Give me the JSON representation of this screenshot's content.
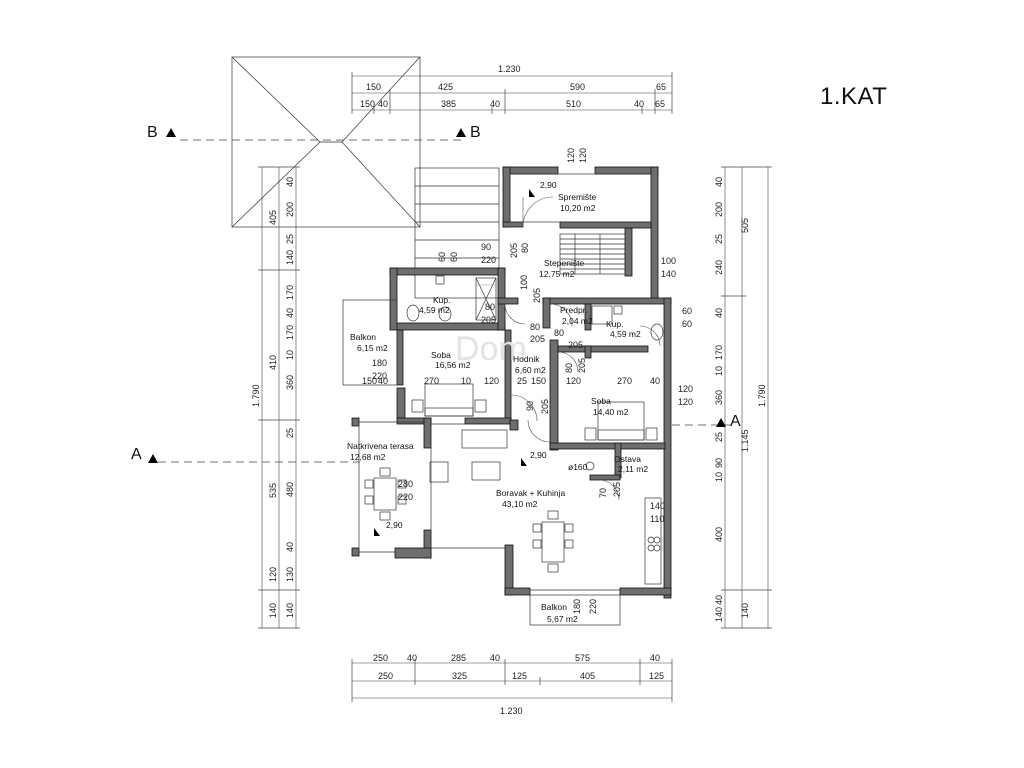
{
  "title": "1.KAT",
  "section_marks": {
    "a_left": "A",
    "a_right": "A",
    "b_left": "B",
    "b_right": "B"
  },
  "rooms": {
    "spremiste": {
      "name": "Spremište",
      "area": "10,20 m2"
    },
    "stepeniste": {
      "name": "Stepenište",
      "area": "12,75 m2"
    },
    "kup_left": {
      "name": "Kup.",
      "area": "4,59 m2"
    },
    "kup_right": {
      "name": "Kup.",
      "area": "4,59 m2"
    },
    "predpr": {
      "name": "Predpr.",
      "area": "2,04 m2"
    },
    "balkon_left": {
      "name": "Balkon",
      "area": "6,15 m2"
    },
    "soba_left": {
      "name": "Soba",
      "area": "16,56 m2"
    },
    "hodnik": {
      "name": "Hodnik",
      "area": "6,60 m2"
    },
    "soba_right": {
      "name": "Soba",
      "area": "14,40 m2"
    },
    "terasa": {
      "name": "Natkrivena terasa",
      "area": "12,68 m2"
    },
    "ostava": {
      "name": "Ostava",
      "area": "2,11 m2"
    },
    "boravak": {
      "name": "Boravak + Kuhinja",
      "area": "43,10 m2"
    },
    "balkon_bottom": {
      "name": "Balkon",
      "area": "5,67 m2"
    }
  },
  "levels": {
    "l1": "2,90",
    "l2": "2,90",
    "l3": "2,90"
  },
  "pipe": "ø160",
  "dims": {
    "top_total": "1.230",
    "top_row1": [
      "150",
      "425",
      "590",
      "65"
    ],
    "top_row2": [
      "150",
      "40",
      "385",
      "40",
      "510",
      "40",
      "65"
    ],
    "bottom_row1": [
      "250",
      "40",
      "285",
      "40",
      "575",
      "40"
    ],
    "bottom_row2": [
      "250",
      "325",
      "125",
      "405",
      "125"
    ],
    "bottom_total": "1.230",
    "left_total": "1.790",
    "left_col1": [
      "405",
      "410",
      "535",
      "140"
    ],
    "left_col2": [
      "40",
      "200",
      "25",
      "140",
      "170",
      "40",
      "170",
      "10",
      "360",
      "25",
      "480",
      "40",
      "130",
      "140"
    ],
    "left_extra": "120",
    "right_total": "1.790",
    "right_col1": [
      "505",
      "1.145",
      "140"
    ],
    "right_col2": [
      "40",
      "200",
      "25",
      "240",
      "40",
      "170",
      "10",
      "360",
      "25",
      "90",
      "10",
      "400",
      "40",
      "140"
    ],
    "top_door": [
      "120",
      "120"
    ],
    "inner": {
      "d90": "90",
      "d220": "220",
      "d60a": "60",
      "d60b": "60",
      "d205a": "205",
      "d80a": "80",
      "d80b": "80",
      "d205b": "205",
      "d100a": "100",
      "d205c": "205",
      "d80c": "80",
      "d80d": "80",
      "d205d": "205",
      "d205e": "205",
      "d180a": "180",
      "d220b": "220",
      "d150a": "150",
      "d40a": "40",
      "d270a": "270",
      "d10a": "10",
      "d120a": "120",
      "d25a": "25",
      "d150b": "150",
      "d80e": "80",
      "d205f": "205",
      "d120b": "120",
      "d270b": "270",
      "d40b": "40",
      "d90b": "90",
      "d205g": "205",
      "d100b": "100",
      "d140a": "140",
      "d60c": "60",
      "d60d": "60",
      "d120c": "120",
      "d120d": "120",
      "d280": "280",
      "d220c": "220",
      "d70": "70",
      "d205h": "205",
      "d140b": "140",
      "d110": "110",
      "d180b": "180",
      "d220d": "220"
    }
  },
  "watermark": "Dom"
}
